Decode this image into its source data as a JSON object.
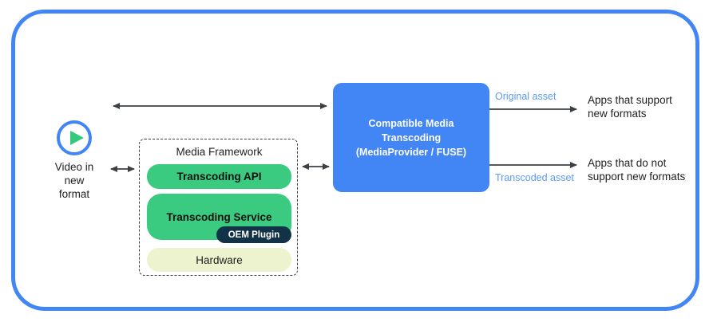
{
  "diagram": {
    "title_hidden": "",
    "frame": {
      "border_color": "#4285F4"
    },
    "left_source": {
      "icon": "play-circle-icon",
      "label_line1": "Video in",
      "label_line2": "new",
      "label_line3": "format"
    },
    "media_framework": {
      "title": "Media Framework",
      "layers": [
        {
          "name": "transcoding-api",
          "label": "Transcoding API",
          "color": "#3ACB80"
        },
        {
          "name": "transcoding-service",
          "label": "Transcoding Service",
          "color": "#3ACB80"
        },
        {
          "name": "hardware",
          "label": "Hardware",
          "color": "#ECF3CE"
        }
      ],
      "badge": {
        "label": "OEM Plugin",
        "color": "#123247"
      }
    },
    "cmt": {
      "line1": "Compatible Media",
      "line2": "Transcoding",
      "line3": "(MediaProvider / FUSE)",
      "color": "#4285F4"
    },
    "outputs": [
      {
        "asset_label": "Original asset",
        "target_line1": "Apps that support",
        "target_line2": "new formats",
        "label_color": "#5C9BF5"
      },
      {
        "asset_label": "Transcoded asset",
        "target_line1": "Apps that do not",
        "target_line2": "support new formats",
        "label_color": "#5C9BF5"
      }
    ],
    "connectors": [
      {
        "name": "top-bidirectional-arrow",
        "from": "video-source",
        "to": "cmt-box",
        "style": "double-headed"
      },
      {
        "name": "video-to-framework-arrow",
        "from": "video-source",
        "to": "media-framework",
        "style": "double-headed"
      },
      {
        "name": "framework-to-cmt-arrow",
        "from": "media-framework",
        "to": "cmt-box",
        "style": "double-headed"
      },
      {
        "name": "cmt-to-apps-support-arrow",
        "from": "cmt-box",
        "to": "apps-that-support",
        "style": "single-headed"
      },
      {
        "name": "cmt-to-apps-nosupport-arrow",
        "from": "cmt-box",
        "to": "apps-that-do-not-support",
        "style": "single-headed"
      }
    ]
  }
}
